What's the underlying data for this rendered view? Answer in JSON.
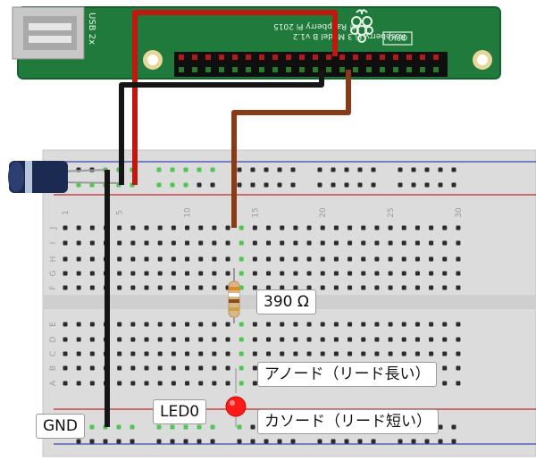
{
  "board": {
    "usb_label": "USB 2x",
    "model_line": "Raspberry Pi 3 Model B v1.2",
    "copyright_line": "© Raspberry Pi 2015",
    "gpio_label": "GPIO"
  },
  "breadboard": {
    "column_numbers": [
      "1",
      "5",
      "10",
      "15",
      "20",
      "25",
      "30"
    ],
    "row_letters_top": [
      "J",
      "I",
      "H",
      "G",
      "F"
    ],
    "row_letters_bottom": [
      "E",
      "D",
      "C",
      "B",
      "A"
    ]
  },
  "labels": {
    "resistor": "390 Ω",
    "anode": "アノード（リード長い）",
    "cathode": "カソード（リード短い）",
    "led": "LED0",
    "gnd": "GND"
  },
  "colors": {
    "pcb": "#1f7a3c",
    "breadboard": "#dcdcdc",
    "wire_red": "#c0180e",
    "wire_black": "#151515",
    "wire_brown": "#8b3a16",
    "led": "#ff1a1a",
    "capacitor": "#1b2a50"
  }
}
